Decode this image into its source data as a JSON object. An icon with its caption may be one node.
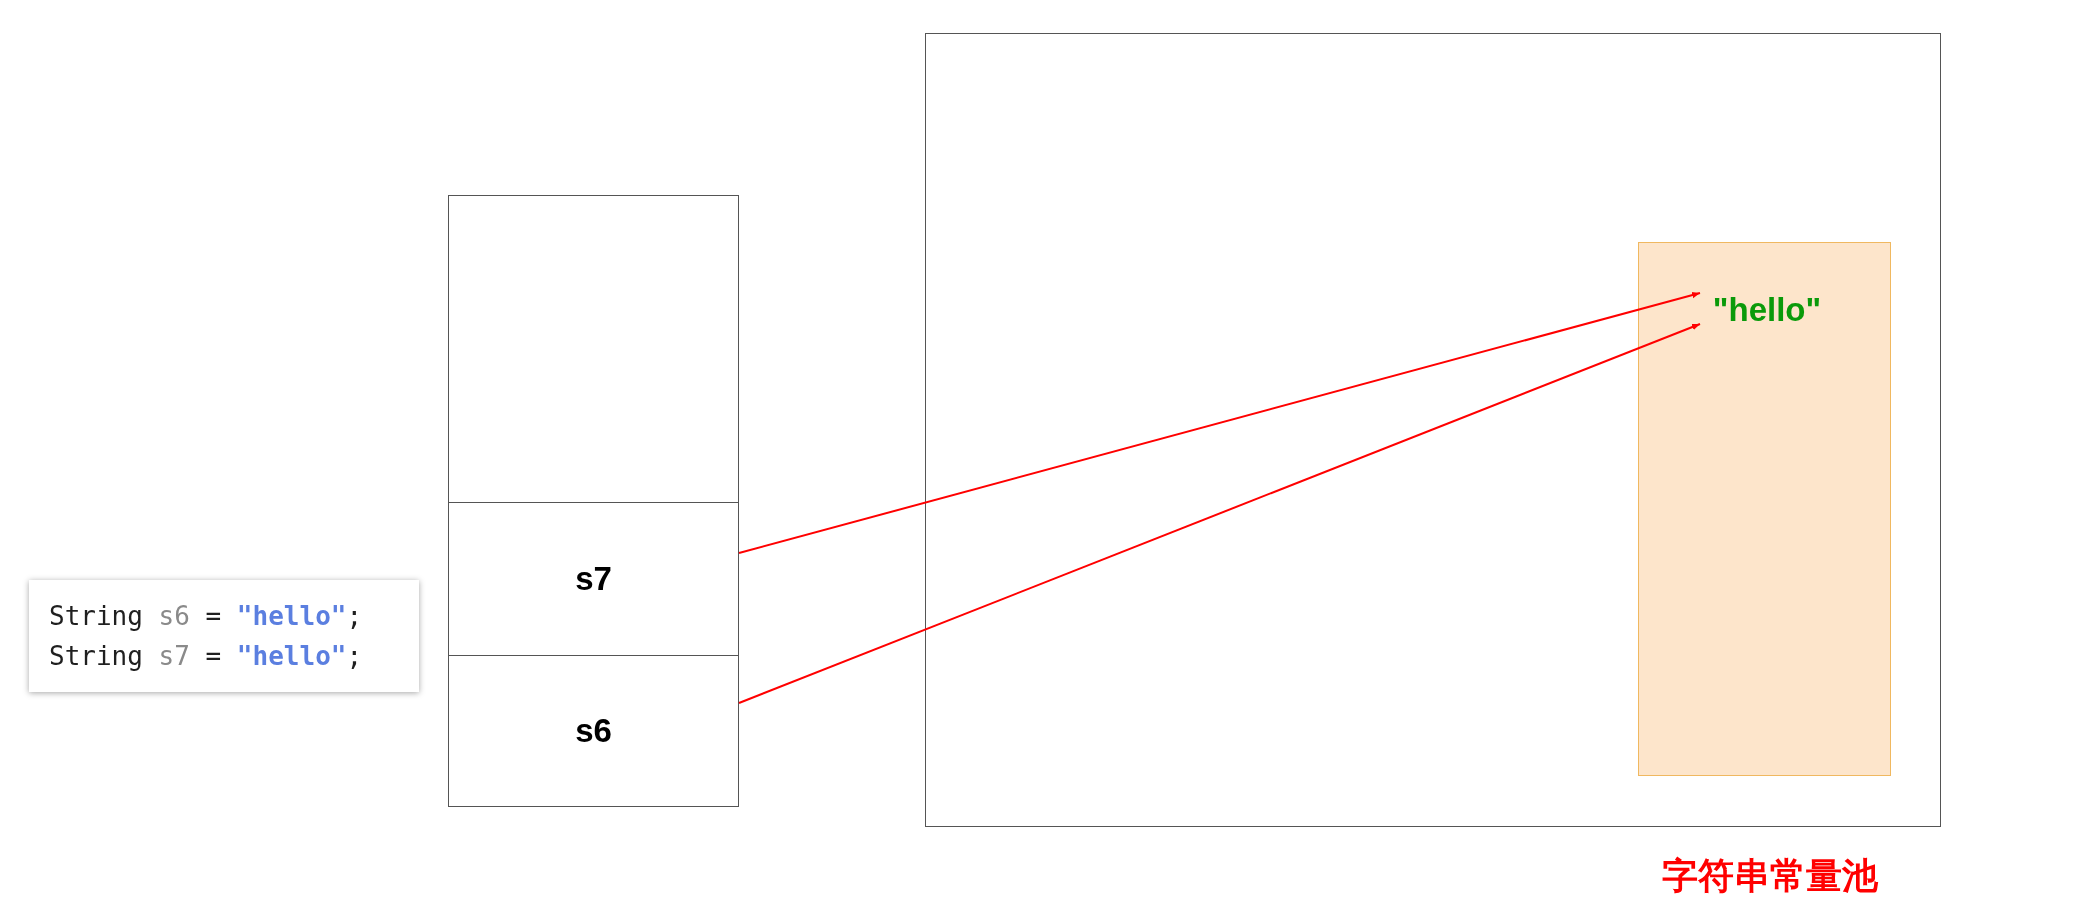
{
  "diagram": {
    "nodes": [
      {
        "text": [
          "String s6 = \"hello\";",
          "String s7 = \"hello\";"
        ]
      },
      {
        "text": [],
        "shape": "box"
      },
      {
        "text": [
          "s7"
        ]
      },
      {
        "text": [
          "s6"
        ]
      },
      {
        "text": [],
        "shape": "box"
      },
      {
        "text": [],
        "shape": "box",
        "in": 4
      },
      {
        "text": [
          "\"hello\""
        ],
        "in": 5
      }
    ],
    "edges": [
      {
        "from": 2,
        "to": 6,
        "arrow": "to"
      },
      {
        "from": 3,
        "to": 6,
        "arrow": "to"
      }
    ],
    "labels": [
      "字符串常量池"
    ]
  }
}
